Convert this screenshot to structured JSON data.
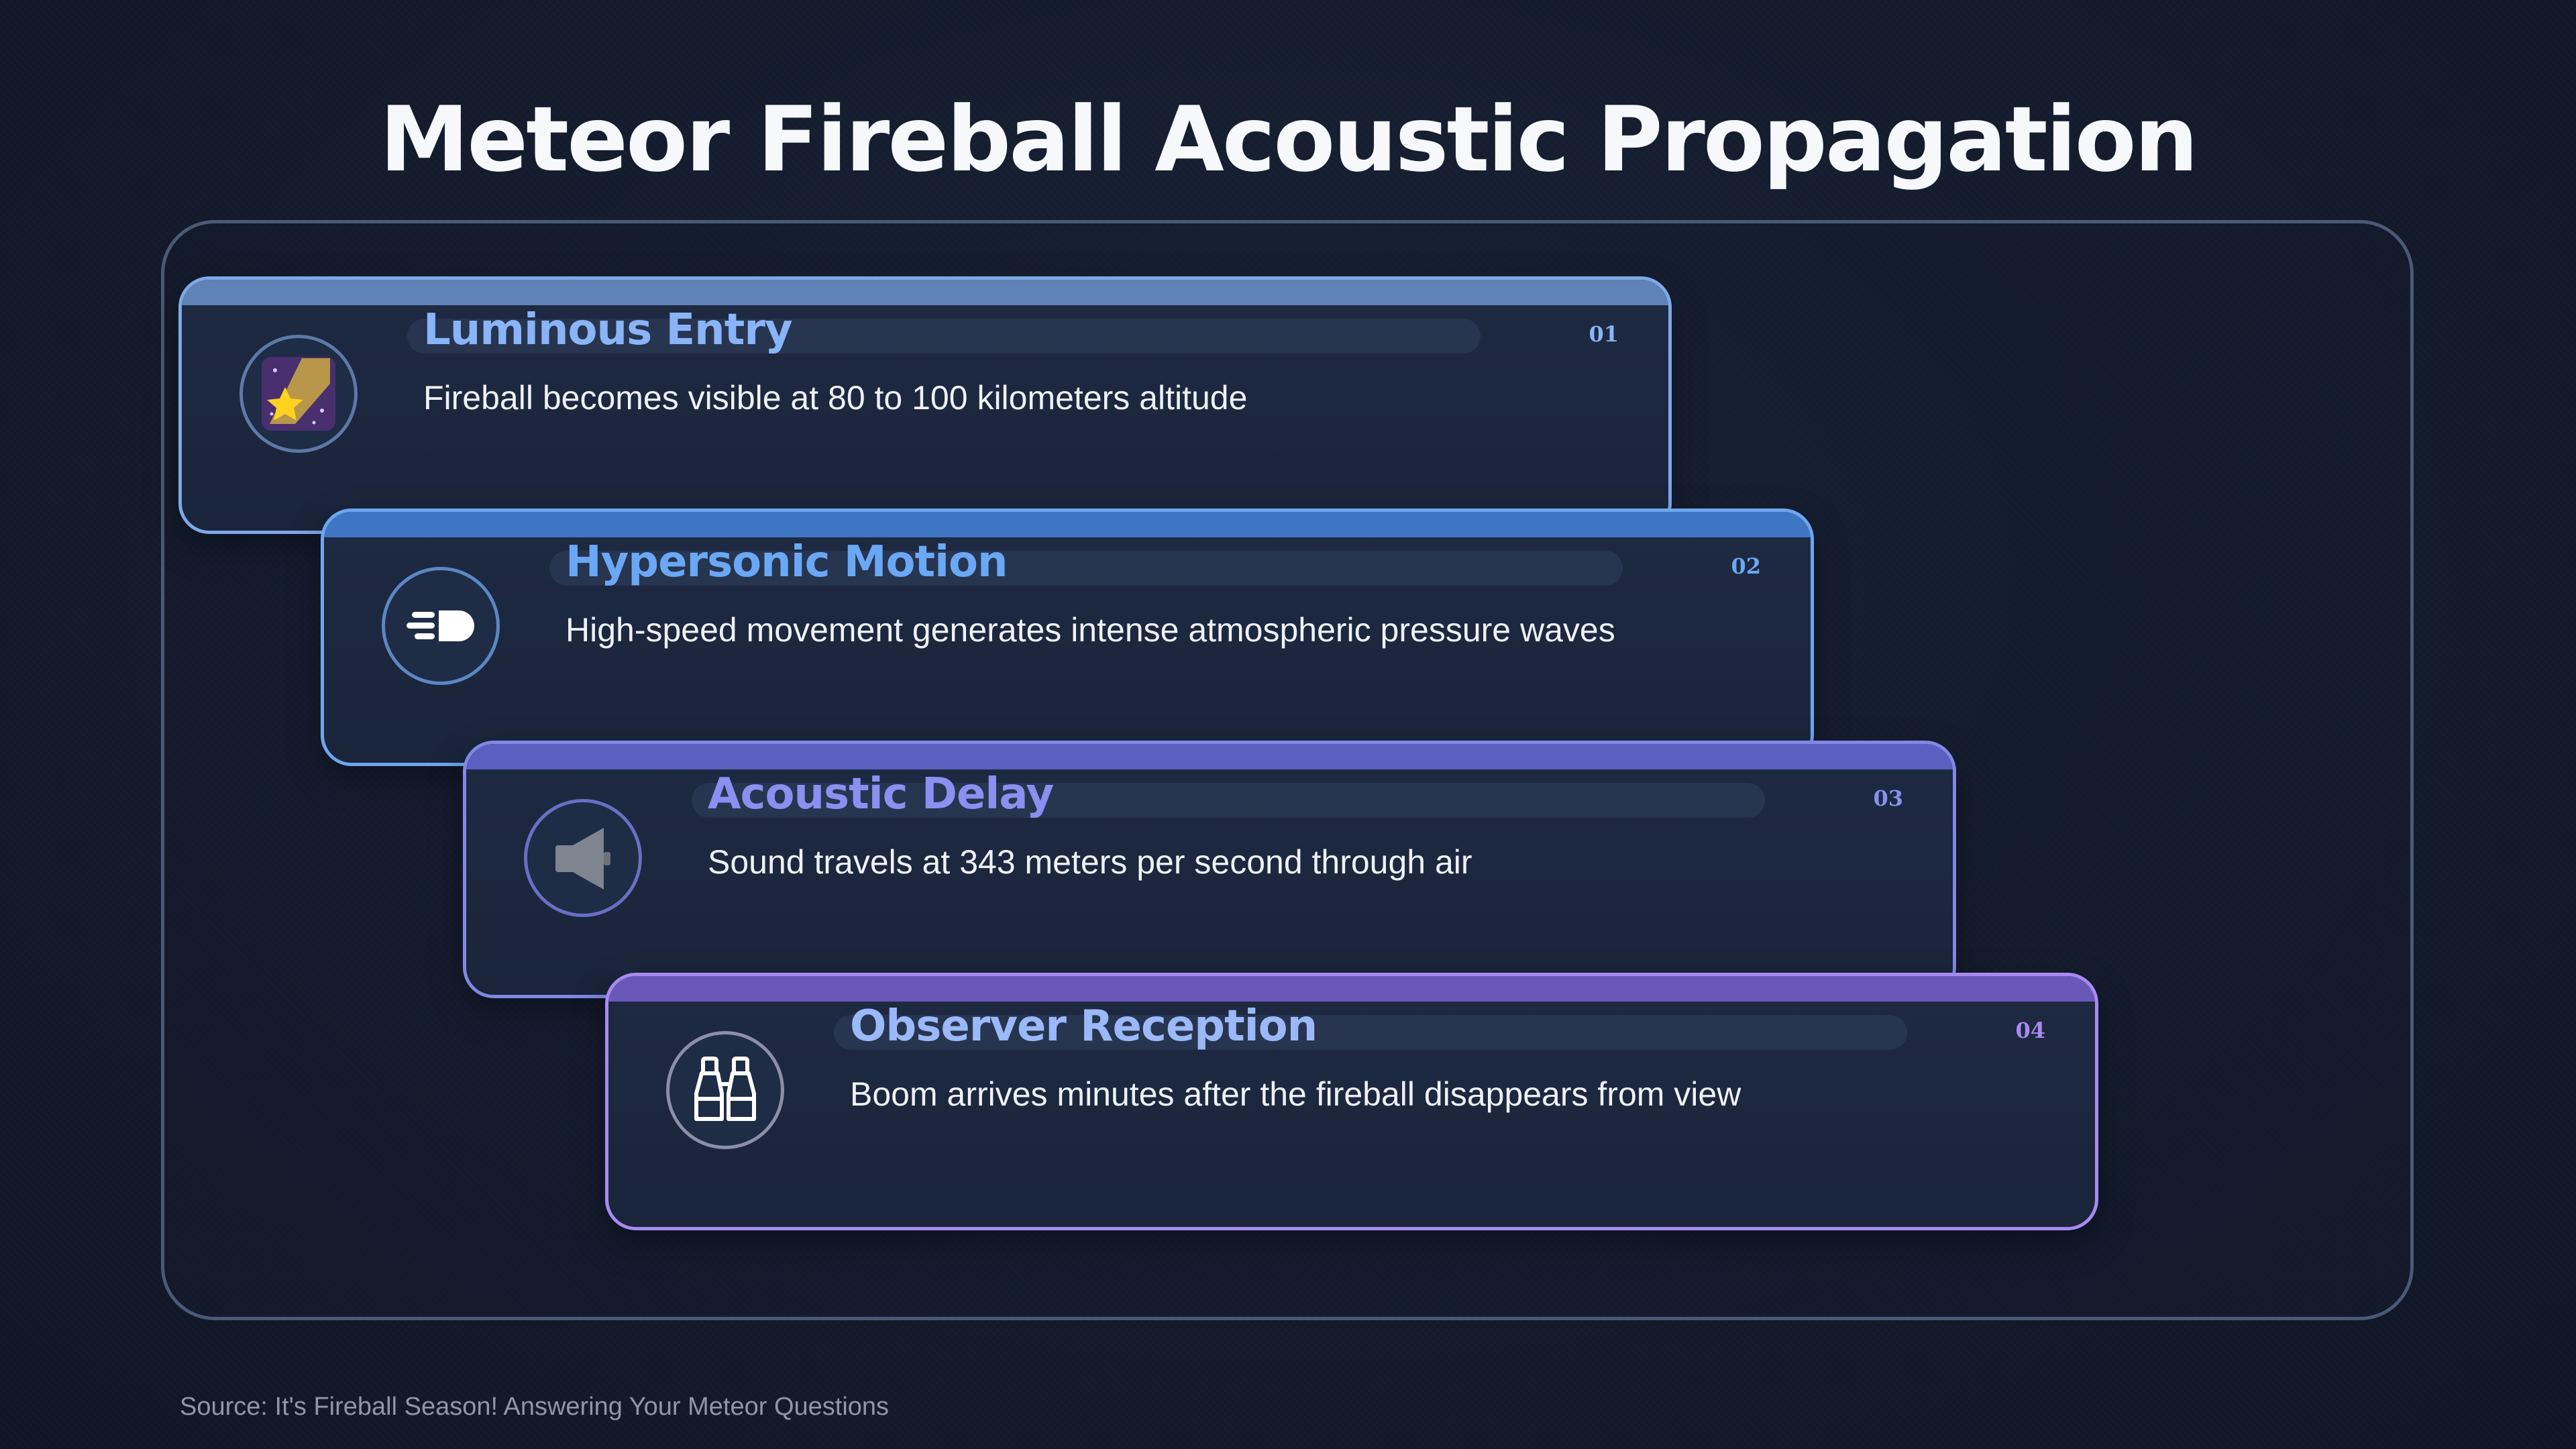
{
  "title": "Meteor Fireball Acoustic Propagation",
  "steps": [
    {
      "number": "01",
      "heading": "Luminous Entry",
      "description": "Fireball becomes visible at 80 to 100 kilometers altitude",
      "icon": "shooting-star-icon",
      "accent": "#8ab4f8",
      "bar": "#5f83b6"
    },
    {
      "number": "02",
      "heading": "Hypersonic Motion",
      "description": "High-speed movement generates intense atmospheric pressure waves",
      "icon": "comet-icon",
      "accent": "#6aa8f5",
      "bar": "#3f76c4"
    },
    {
      "number": "03",
      "heading": "Acoustic Delay",
      "description": "Sound travels at 343 meters per second through air",
      "icon": "speaker-icon",
      "accent": "#8b8ff0",
      "bar": "#5a5fc0"
    },
    {
      "number": "04",
      "heading": "Observer Reception",
      "description": "Boom arrives minutes after the fireball disappears from view",
      "icon": "binoculars-icon",
      "accent": "#a98af0",
      "bar": "#6a58b8"
    }
  ],
  "source": "Source: It's Fireball Season! Answering Your Meteor Questions"
}
